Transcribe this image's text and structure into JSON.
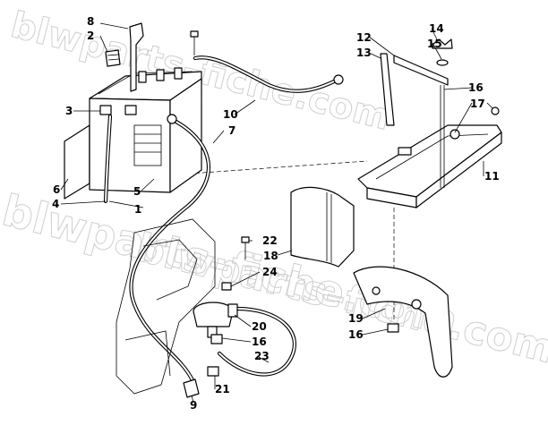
{
  "watermark": [
    "blwparts–fiche.com",
    "blwparts–fiche.com",
    "blwparts–fiche.com"
  ],
  "callouts": [
    "1",
    "2",
    "3",
    "4",
    "5",
    "6",
    "7",
    "8",
    "9",
    "10",
    "11",
    "12",
    "13",
    "14",
    "15",
    "16",
    "16",
    "16",
    "17",
    "18",
    "19",
    "20",
    "21",
    "22",
    "23",
    "24"
  ]
}
